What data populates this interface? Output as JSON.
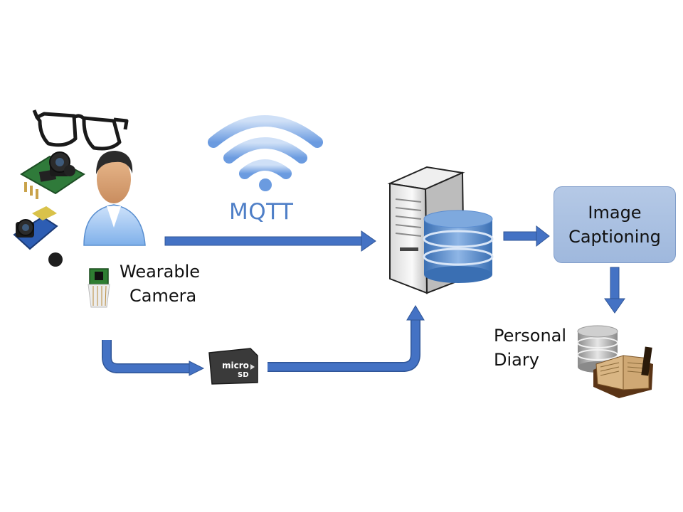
{
  "nodes": {
    "wearable_camera": {
      "line1": "Wearable",
      "line2": "Camera"
    },
    "mqtt": {
      "label": "MQTT"
    },
    "image_captioning": {
      "line1": "Image",
      "line2": "Captioning"
    },
    "personal_diary": {
      "line1": "Personal",
      "line2": "Diary"
    },
    "microsd": {
      "text1": "micro",
      "text2": "SD"
    }
  },
  "colors": {
    "arrow": "#4472c4",
    "arrow_dark": "#2f5597",
    "wifi": "#6b9be0",
    "box_fill": "#a9c1e2",
    "db_blue": "#5b8dd0"
  }
}
